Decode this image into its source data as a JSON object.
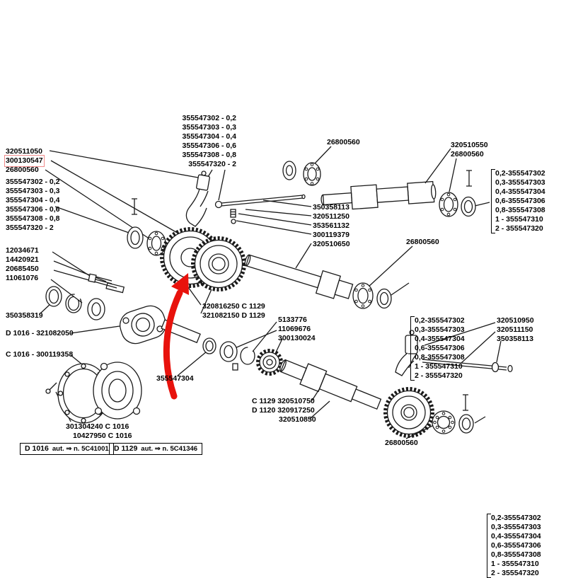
{
  "colors": {
    "highlight_arrow": "#e8120c",
    "highlight_box": "#f08a8a",
    "ink": "#000000"
  },
  "labels": {
    "top_shim_stack": [
      "355547302 - 0,2",
      "355547303 - 0,3",
      "355547304 - 0,4",
      "355547306 - 0,6",
      "355547308 - 0,8",
      "355547320 - 2"
    ],
    "top_bearing": "26800560",
    "top_right_stack": [
      "320510550",
      "26800560"
    ],
    "left_top_stack": [
      {
        "text": "320511050"
      },
      {
        "text": "300130547",
        "highlight": true
      },
      {
        "text": "26800560"
      }
    ],
    "left_shim_stack": [
      "355547302 - 0,2",
      "355547303 - 0,3",
      "355547304 - 0,4",
      "355547306 - 0,6",
      "355547308 - 0,8",
      "355547320 - 2"
    ],
    "mid_parts_stack": [
      "350358113",
      "320511250",
      "353561132",
      "300119379",
      "320510650"
    ],
    "mid_bearing": "26800560",
    "shim_bracket_top": [
      "0,2-355547302",
      "0,3-355547303",
      "0,4-355547304",
      "0,6-355547306",
      "0,8-355547308",
      "1 - 355547310",
      "2 - 355547320"
    ],
    "shim_bracket_mid": [
      "0,2-355547302",
      "0,3-355547303",
      "0,4-355547304",
      "0,6-355547306",
      "0,8-355547308",
      "1 - 355547310",
      "2 - 355547320"
    ],
    "left_bolt_stack": [
      "12034671",
      "14420921",
      "20685450",
      "11061076"
    ],
    "left_ring": "350358319",
    "left_d1016": "D 1016 - 321082050",
    "left_c1016": "C 1016 - 300119358",
    "gear_cluster_stack": [
      "320816250 C 1129",
      "321082150 D 1129"
    ],
    "mid_small_stack": [
      "5133776",
      "11069676",
      "300130024"
    ],
    "mid_ring": "355547304",
    "fork_stack": [
      "320510950",
      "320511150",
      "350358113"
    ],
    "bottom_shaft_stack": [
      "C 1129 320510750",
      "D 1120 320917250"
    ],
    "bottom_shaft_part": "320510850",
    "shim_bracket_bottom": [
      "0,2-355547302",
      "0,3-355547303",
      "0,4-355547304",
      "0,6-355547306",
      "0,8-355547308",
      "1 - 355547310",
      "2 - 355547320"
    ],
    "bottom_bearing": "26800560",
    "bottom_left_stack": [
      {
        "text": "301304240 C 1016"
      },
      {
        "text": "10427950 C 1016",
        "indent": true
      }
    ],
    "footer": {
      "boxes": [
        {
          "code": "D 1016",
          "note": "aut. ⇒ n. 5C41001"
        },
        {
          "code": "D 1129",
          "note": "aut. ⇒ n. 5C41346"
        }
      ]
    }
  }
}
